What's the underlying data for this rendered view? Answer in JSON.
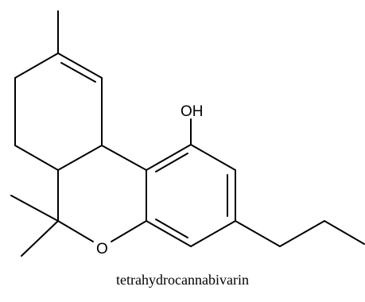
{
  "molecule": {
    "atom_labels": {
      "hydroxyl": "OH",
      "ring_oxygen": "O"
    },
    "caption": "tetrahydrocannabivarin",
    "colors": {
      "bond": "#000000",
      "text": "#000000",
      "background": "#ffffff"
    }
  }
}
